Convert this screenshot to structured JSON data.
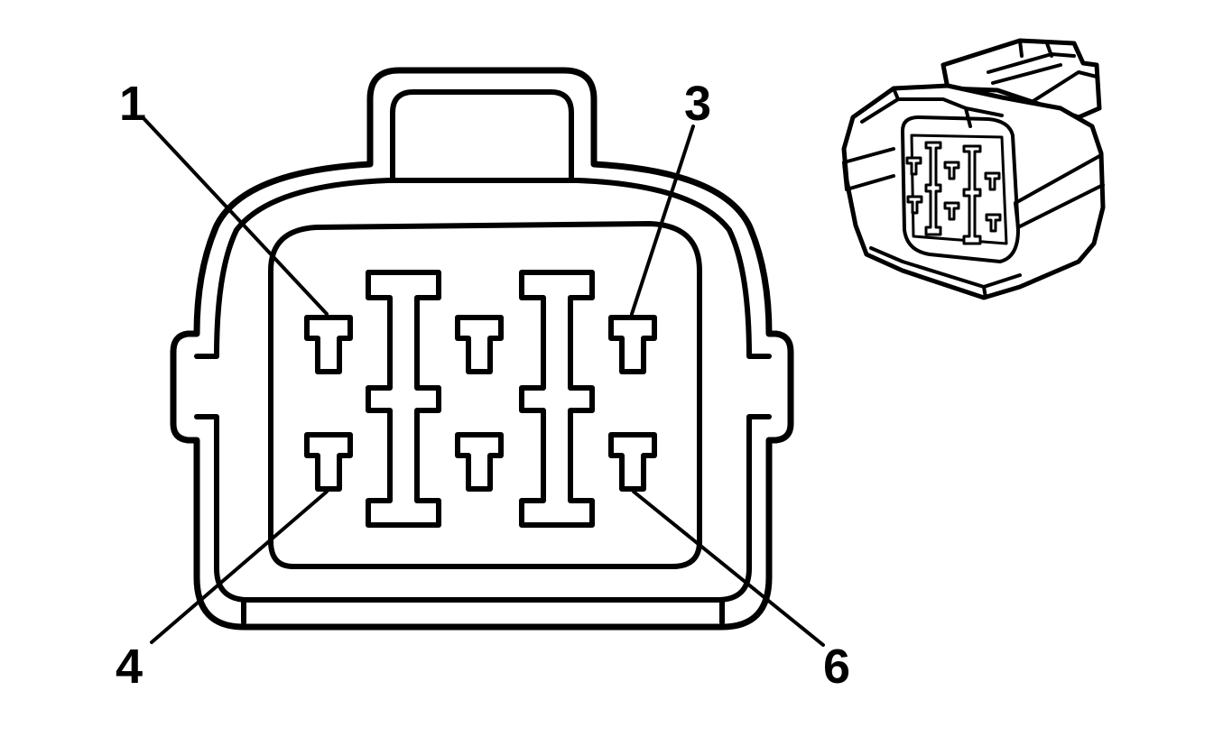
{
  "diagram": {
    "pin_labels": [
      {
        "id": "pin-1",
        "text": "1"
      },
      {
        "id": "pin-3",
        "text": "3"
      },
      {
        "id": "pin-4",
        "text": "4"
      },
      {
        "id": "pin-6",
        "text": "6"
      }
    ]
  },
  "style": {
    "stroke_color": "#000000",
    "background": "#ffffff"
  }
}
